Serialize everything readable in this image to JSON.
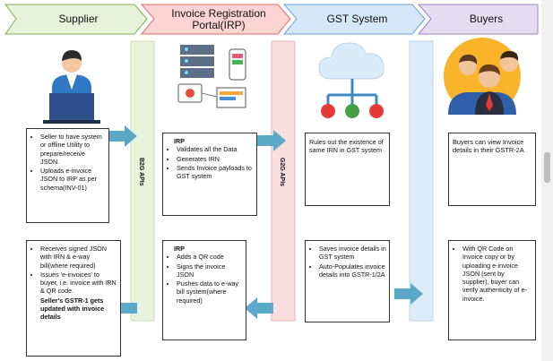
{
  "header": {
    "supplier": "Supplier",
    "irp_line1": "Invoice Registration",
    "irp_line2": "Portal(IRP)",
    "gst": "GST System",
    "buyers": "Buyers"
  },
  "api": {
    "b2g": "B2G APIs",
    "g2g": "G2G APIs"
  },
  "supplier_top": [
    "Seller to have system or offline Utility to prepare/receive JSON.",
    "Uploads e-invoice JSON to IRP as per schema(INV-01)"
  ],
  "irp_top": {
    "title": "IRP",
    "items": [
      "Validates all the Data",
      "Generates IRN",
      "Sends Invoice payloads to GST system"
    ]
  },
  "gst_top": "Rules out the existence of same IRN in GST system",
  "buyers_top": "Buyers can view Invoice details in their GSTR-2A",
  "supplier_bottom": {
    "items": [
      "Receives signed JSON with IRN & e-way bill(where required)",
      "Issues 'e-invoices' to buyer, i.e. invoice with IRN & QR code."
    ],
    "bold": "Seller's GSTR-1 gets updated with invoice details"
  },
  "irp_bottom": {
    "title": "IRP",
    "items": [
      "Adds a QR code",
      "Signs the invoice JSON",
      "Pushes data to e-way bill system(where required)"
    ]
  },
  "gst_bottom": [
    "Saves invoice details in GST system",
    "Auto-Populates invoice details into GSTR-1/2A"
  ],
  "buyers_bottom": [
    "With QR Code on Invoice copy or by uploading e-invoice JSON (sent by supplier), buyer can verify authenticity of e-invoice."
  ],
  "colors": {
    "supplier_fill": "#e6f2d9",
    "supplier_stroke": "#7bb04c",
    "irp_fill": "#fcd5d3",
    "irp_stroke": "#e26a6a",
    "gst_fill": "#d6e7f8",
    "gst_stroke": "#6fa3d8",
    "buyers_fill": "#e4dcf0",
    "buyers_stroke": "#9b84c4",
    "arrow": "#5aa9c9",
    "b2g_col": "#e9f3dc",
    "g2g_col": "#fbdede",
    "gst_col": "#dcecf9"
  },
  "icons": [
    "user-at-laptop-icon",
    "servers-and-devices-icon",
    "cloud-network-icon",
    "buyers-group-icon"
  ]
}
